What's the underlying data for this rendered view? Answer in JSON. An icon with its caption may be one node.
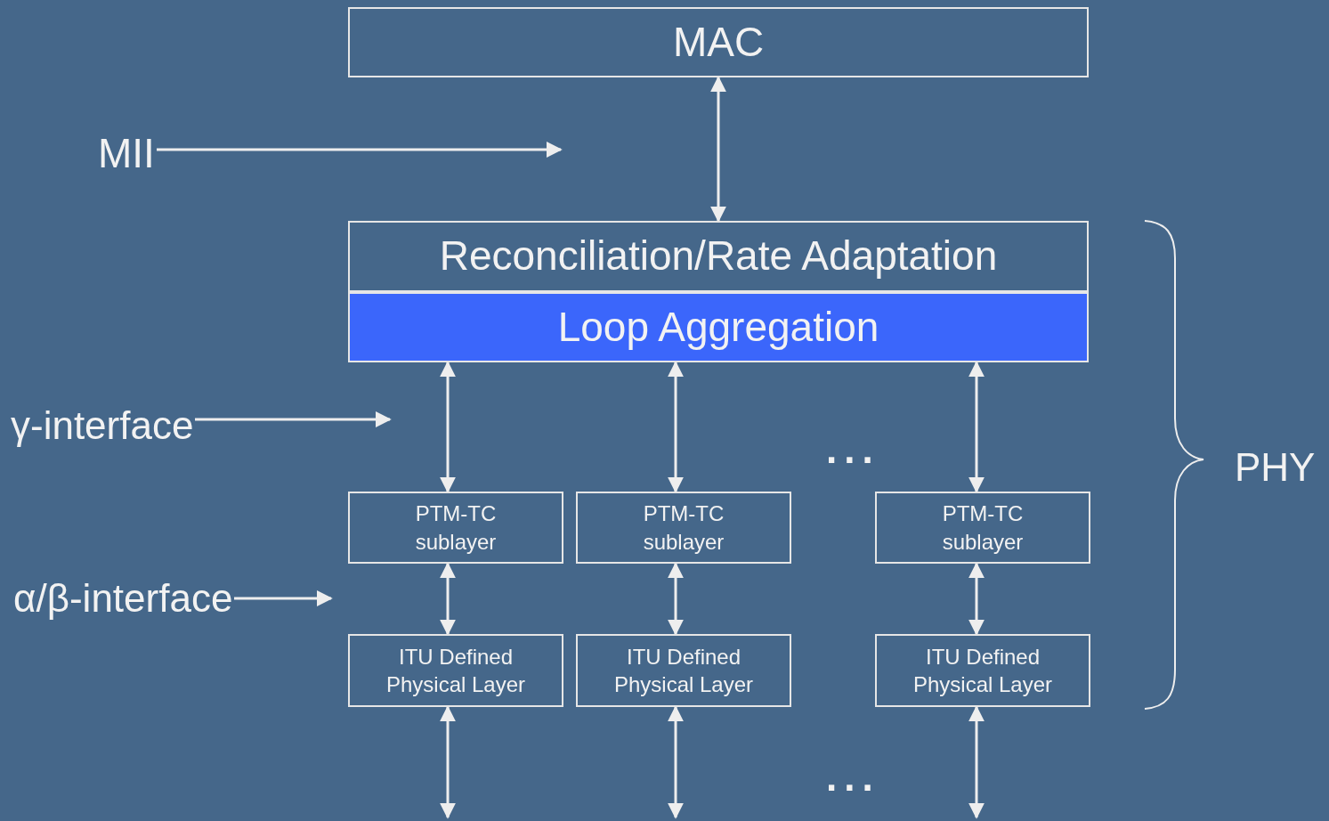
{
  "diagram": {
    "nodes": [
      {
        "text": [
          "MAC"
        ]
      },
      {
        "text": [
          "Reconciliation/Rate Adaptation"
        ]
      },
      {
        "text": [
          "Loop Aggregation"
        ]
      },
      {
        "text": [
          "PTM-TC sublayer"
        ]
      },
      {
        "text": [
          "PTM-TC sublayer"
        ]
      },
      {
        "text": [
          "PTM-TC sublayer"
        ]
      },
      {
        "text": [
          "ITU Defined Physical Layer"
        ]
      },
      {
        "text": [
          "ITU Defined Physical Layer"
        ]
      },
      {
        "text": [
          "ITU Defined Physical Layer"
        ]
      },
      {
        "text": [
          "MII"
        ]
      },
      {
        "text": [
          "γ-interface"
        ]
      },
      {
        "text": [
          "α/β-interface"
        ]
      }
    ],
    "edges": [
      {
        "from": 0,
        "to": 1,
        "arrow": "both"
      },
      {
        "from": 9,
        "to": null,
        "arrow": "to"
      },
      {
        "from": 10,
        "to": null,
        "arrow": "to"
      },
      {
        "from": 2,
        "to": 3,
        "arrow": "both"
      },
      {
        "from": 2,
        "to": 4,
        "arrow": "both"
      },
      {
        "from": 2,
        "to": 5,
        "arrow": "both"
      },
      {
        "from": 11,
        "to": null,
        "arrow": "to"
      },
      {
        "from": 3,
        "to": 6,
        "arrow": "both"
      },
      {
        "from": 4,
        "to": 7,
        "arrow": "both"
      },
      {
        "from": 5,
        "to": 8,
        "arrow": "both"
      },
      {
        "from": 6,
        "to": null,
        "arrow": "both"
      },
      {
        "from": 7,
        "to": null,
        "arrow": "both"
      },
      {
        "from": 8,
        "to": null,
        "arrow": "both"
      }
    ],
    "labels": [
      "...",
      "PHY",
      "..."
    ]
  }
}
